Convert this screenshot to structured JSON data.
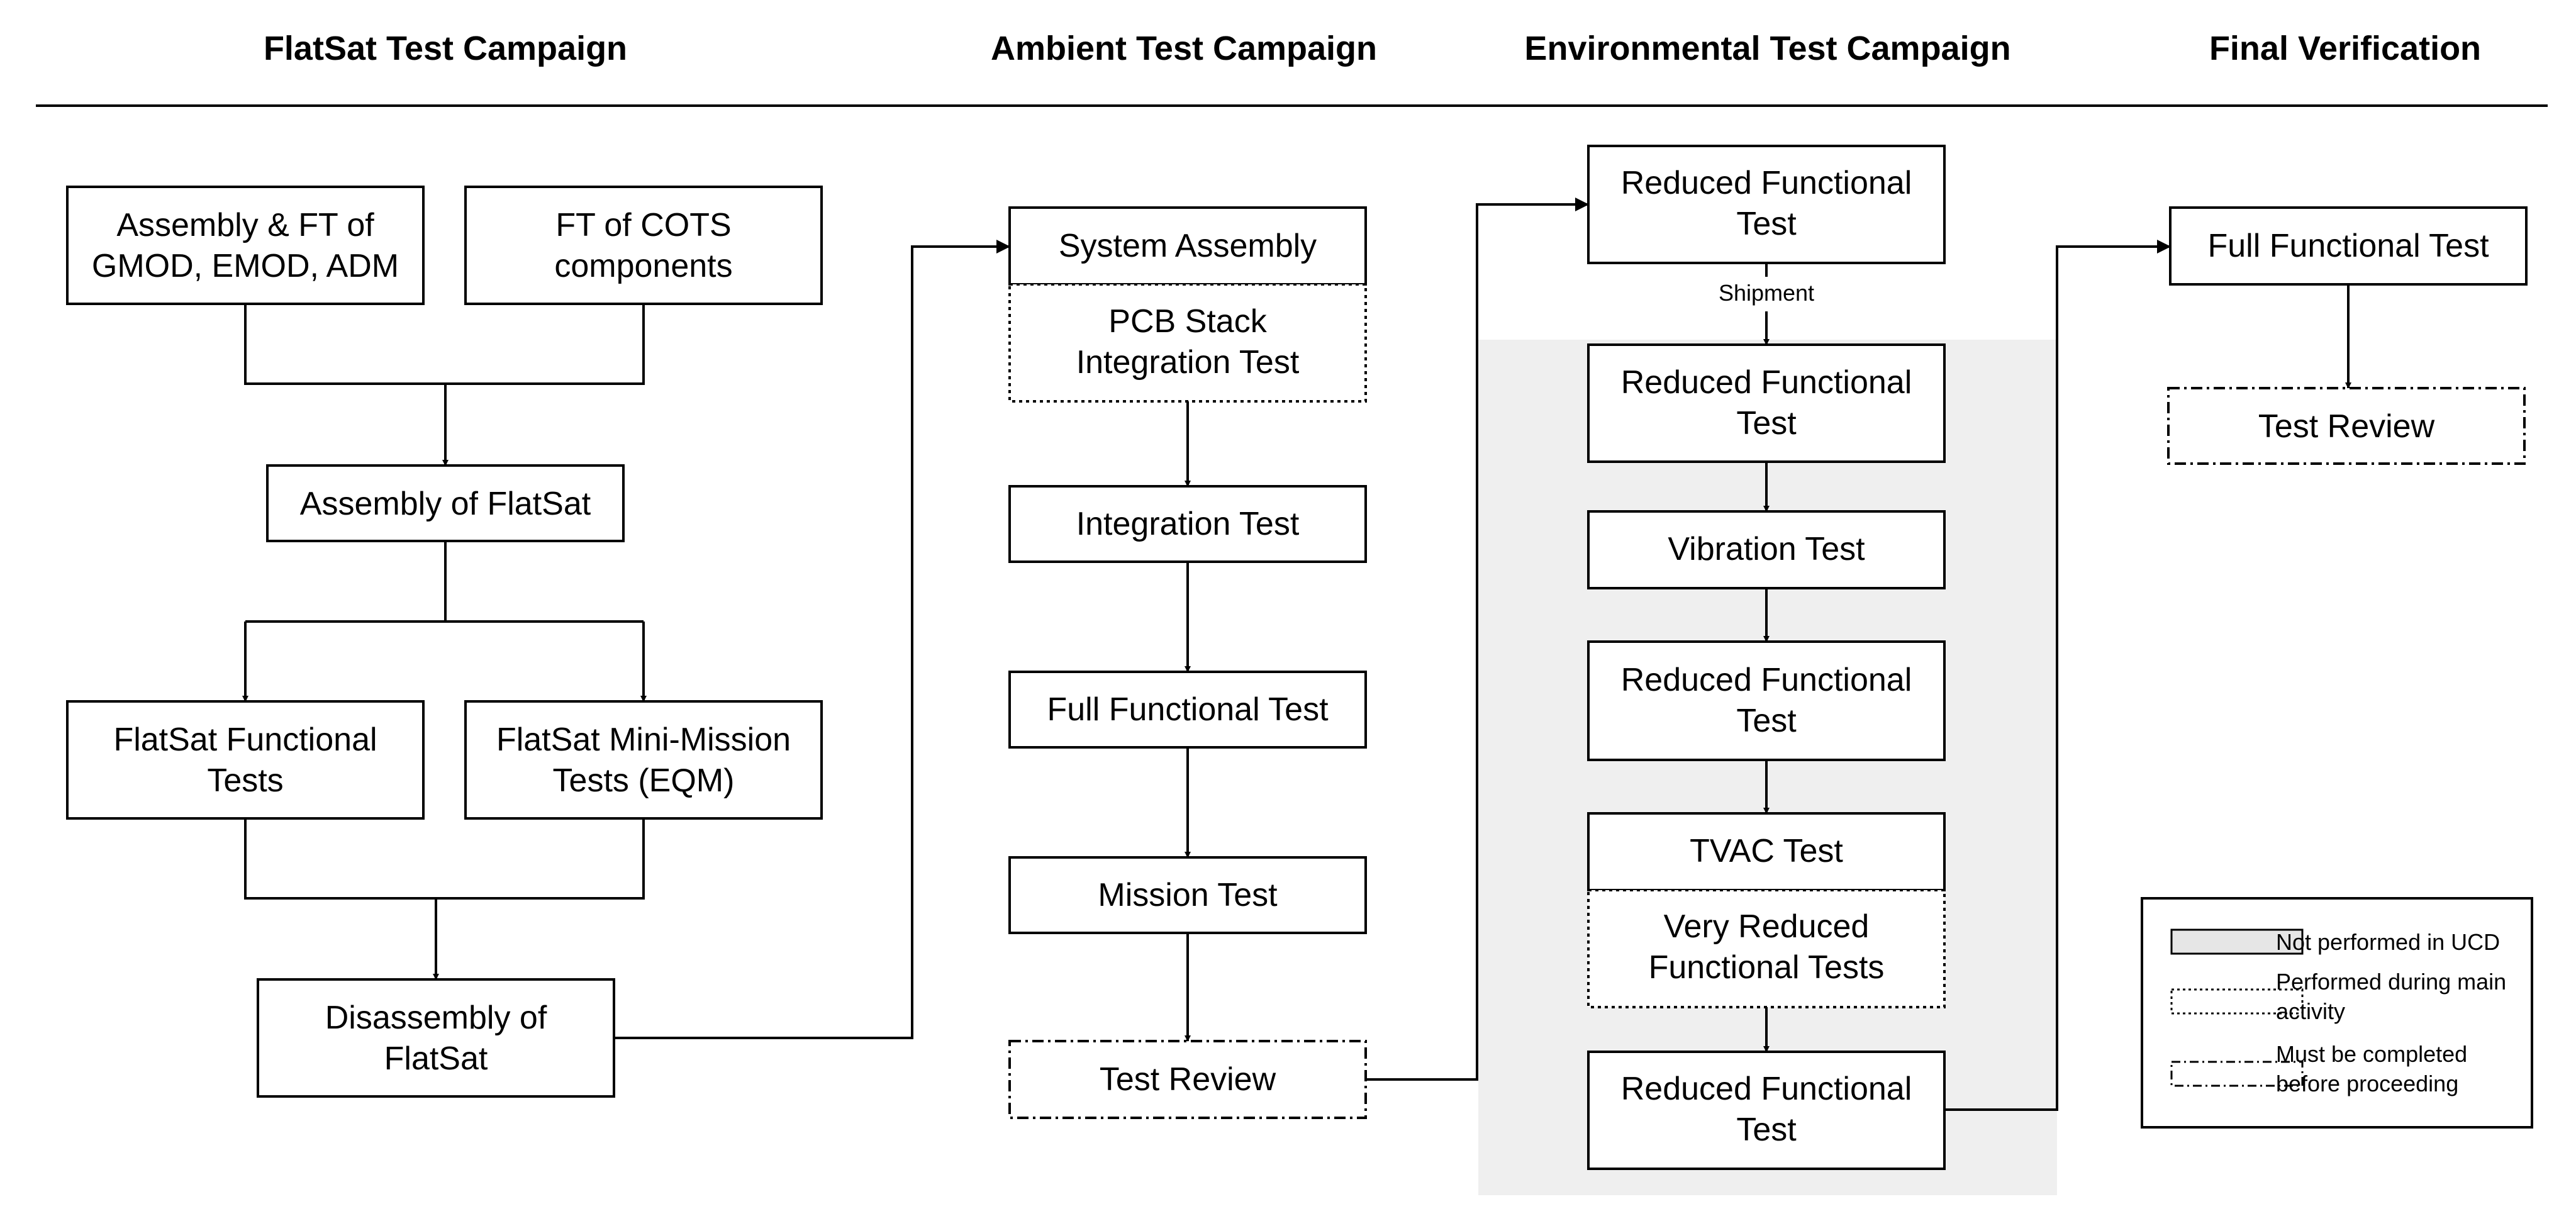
{
  "headers": {
    "flatsat": "FlatSat Test Campaign",
    "ambient": "Ambient Test Campaign",
    "environmental": "Environmental Test Campaign",
    "final": "Final Verification"
  },
  "flatsat": {
    "assembly_ft": [
      "Assembly & FT of",
      "GMOD, EMOD, ADM"
    ],
    "ft_cots": [
      "FT of COTS",
      "components"
    ],
    "assembly_flatsat": "Assembly of FlatSat",
    "functional_tests": [
      "FlatSat Functional",
      "Tests"
    ],
    "mini_mission": [
      "FlatSat Mini-Mission",
      "Tests (EQM)"
    ],
    "disassembly": [
      "Disassembly of",
      "FlatSat"
    ]
  },
  "ambient": {
    "system_assembly": "System Assembly",
    "pcb_stack": [
      "PCB Stack",
      "Integration Test"
    ],
    "integration_test": "Integration Test",
    "full_functional": "Full Functional Test",
    "mission_test": "Mission Test",
    "test_review": "Test Review"
  },
  "environmental": {
    "rft_1": [
      "Reduced Functional",
      "Test"
    ],
    "shipment": "Shipment",
    "rft_2": [
      "Reduced Functional",
      "Test"
    ],
    "vibration": "Vibration Test",
    "rft_3": [
      "Reduced Functional",
      "Test"
    ],
    "tvac": "TVAC Test",
    "very_reduced": [
      "Very Reduced",
      "Functional Tests"
    ],
    "rft_4": [
      "Reduced Functional",
      "Test"
    ]
  },
  "final": {
    "full_functional": "Full Functional Test",
    "test_review": "Test Review"
  },
  "legend": {
    "not_performed": "Not performed in UCD",
    "performed_during": [
      "Performed during main",
      "activity"
    ],
    "must_complete": [
      "Must be completed",
      "before proceeding"
    ]
  },
  "colors": {
    "shaded_region": "#efefef",
    "line": "#000000",
    "box_fill": "#ffffff"
  }
}
